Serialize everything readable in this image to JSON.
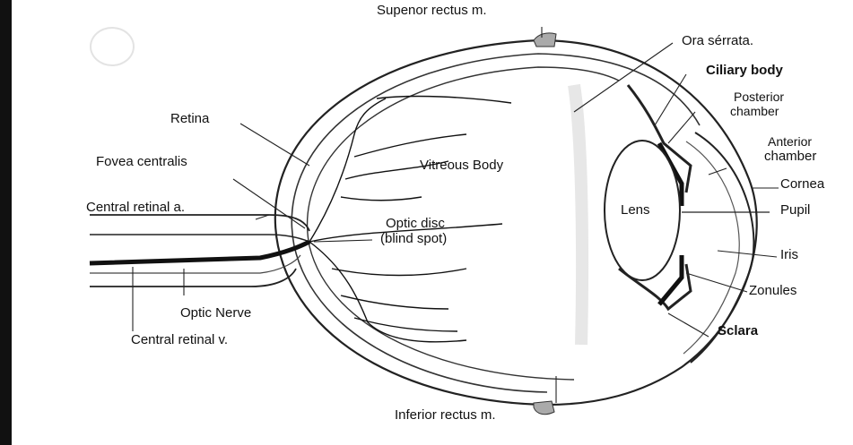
{
  "labels": {
    "superior_rectus": "Supenor rectus m.",
    "ora_serrata": "Ora sérrata.",
    "ciliary_body": "Ciliary body",
    "posterior_chamber_1": "Posterior",
    "posterior_chamber_2": "chamber",
    "anterior_chamber_1": "Anterior",
    "anterior_chamber_2": "chamber",
    "cornea": "Cornea",
    "pupil": "Pupil",
    "iris": "Iris",
    "zonules": "Zonules",
    "sclera": "Sclara",
    "retina": "Retina",
    "fovea": "Fovea centralis",
    "central_artery": "Central retinal a.",
    "vitreous": "Vitreous Body",
    "optic_disc_1": "Optic disc",
    "optic_disc_2": "(blind spot)",
    "lens": "Lens",
    "optic_nerve": "Optic Nerve",
    "central_vein": "Central retinal v.",
    "inferior_rectus": "Inferior rectus m."
  }
}
